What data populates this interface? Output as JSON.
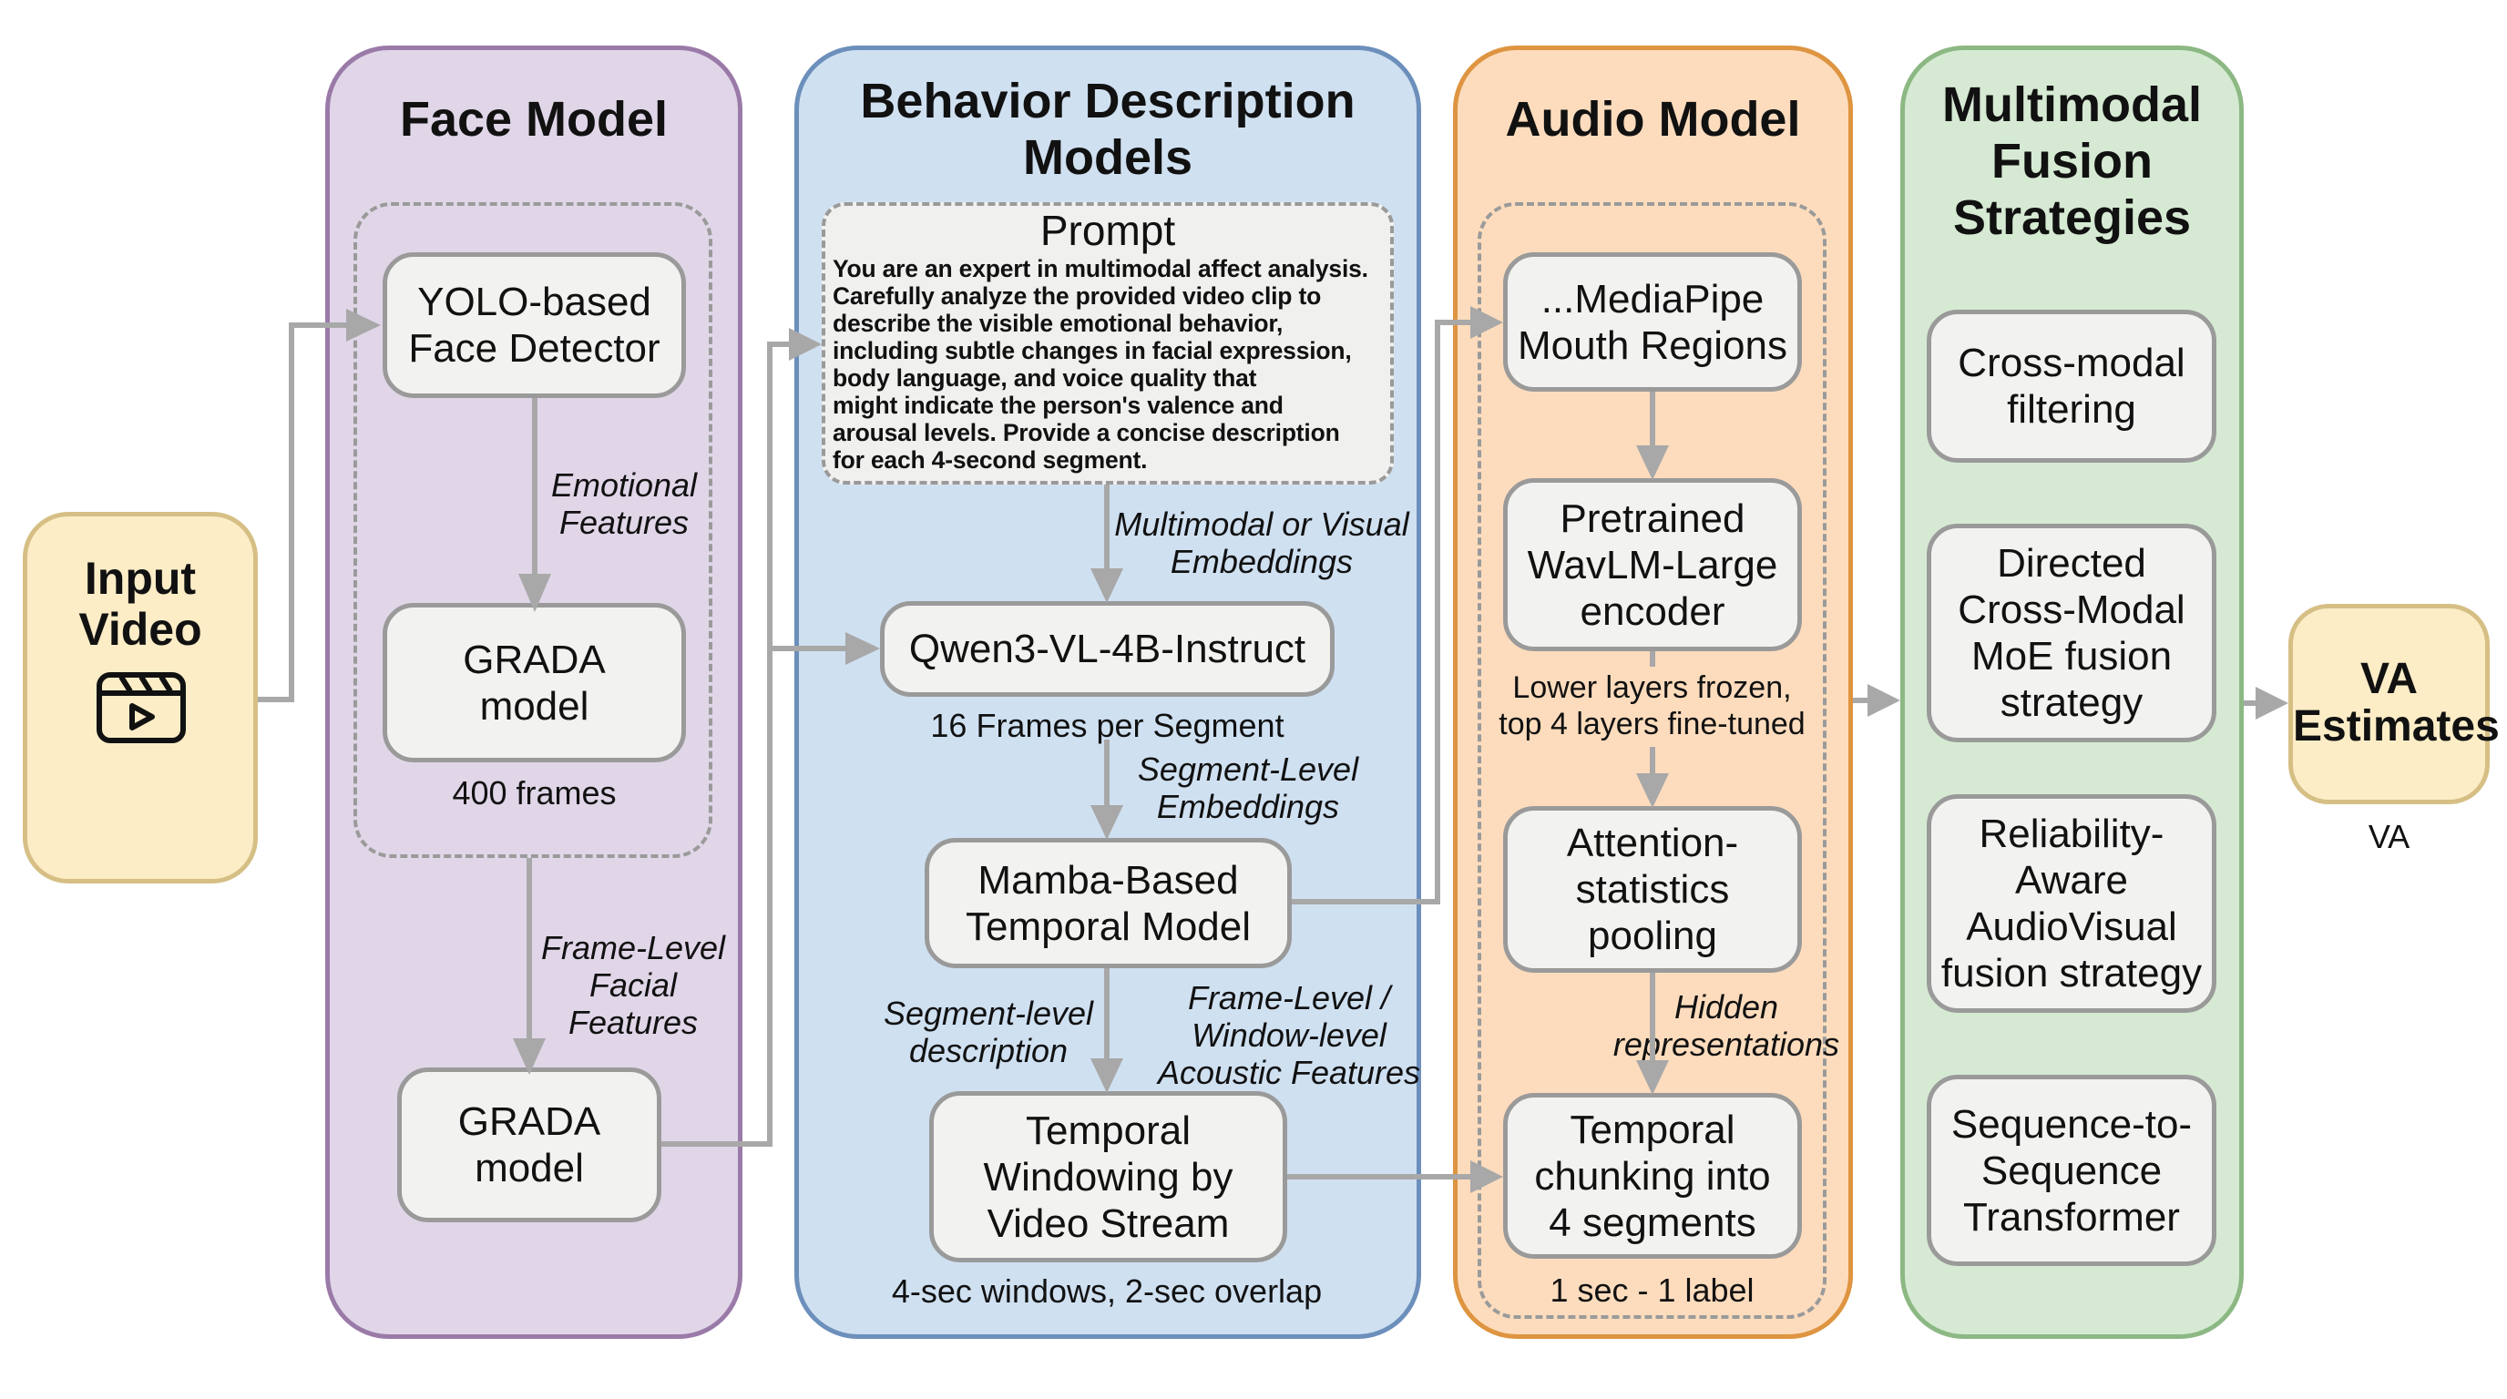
{
  "input": {
    "title": "Input\nVideo",
    "icon": "video-clapper-icon"
  },
  "face_model": {
    "title": "Face Model",
    "yolo": "YOLO-based\nFace Detector",
    "edge_emotional": "Emotional\nFeatures",
    "grada_top": "GRADA\nmodel",
    "frames_note": "400 frames",
    "edge_frame_level": "Frame-Level\nFacial\nFeatures",
    "grada_bottom": "GRADA\nmodel"
  },
  "behavior": {
    "title": "Behavior Description\nModels",
    "prompt_title": "Prompt",
    "prompt_text": "You are an expert in multimodal affect analysis.\nCarefully analyze the provided video clip to\ndescribe the visible emotional behavior,\nincluding subtle changes in facial expression,\nbody language, and voice quality that\nmight indicate the person's valence and\narousal levels. Provide a concise description\nfor each 4-second segment.",
    "edge_embeddings": "Multimodal or Visual\nEmbeddings",
    "qwen": "Qwen3-VL-4B-Instruct",
    "frames_note": "16 Frames per Segment",
    "edge_segment_emb": "Segment-Level\nEmbeddings",
    "mamba": "Mamba-Based\nTemporal Model",
    "edge_segment_desc": "Segment-level\ndescription",
    "edge_acoustic": "Frame-Level /\nWindow-level\nAcoustic Features",
    "windowing": "Temporal\nWindowing by\nVideo Stream",
    "windows_note": "4-sec windows, 2-sec overlap"
  },
  "audio": {
    "title": "Audio Model",
    "mediapipe": "...MediaPipe\nMouth Regions",
    "wavlm": "Pretrained\nWavLM-Large\nencoder",
    "wavlm_note": "Lower layers frozen,\ntop 4 layers fine-tuned",
    "pooling": "Attention-\nstatistics\npooling",
    "edge_hidden": "Hidden\nrepresentations",
    "chunking": "Temporal\nchunking into\n4 segments",
    "chunk_note": "1 sec - 1 label"
  },
  "fusion": {
    "title": "Multimodal\nFusion\nStrategies",
    "strategies": [
      "Cross-modal\nfiltering",
      "Directed\nCross-Modal\nMoE fusion\nstrategy",
      "Reliability-\nAware\nAudioVisual\nfusion strategy",
      "Sequence-to-\nSequence\nTransformer"
    ]
  },
  "output": {
    "title": "VA\nEstimates",
    "note": "VA"
  },
  "colors": {
    "face": "#e0d6e8",
    "behavior": "#cfe0f1",
    "audio": "#fddcbd",
    "fusion": "#d6ead3",
    "input_output": "#fcedc7",
    "connector": "#a8a8a8"
  }
}
